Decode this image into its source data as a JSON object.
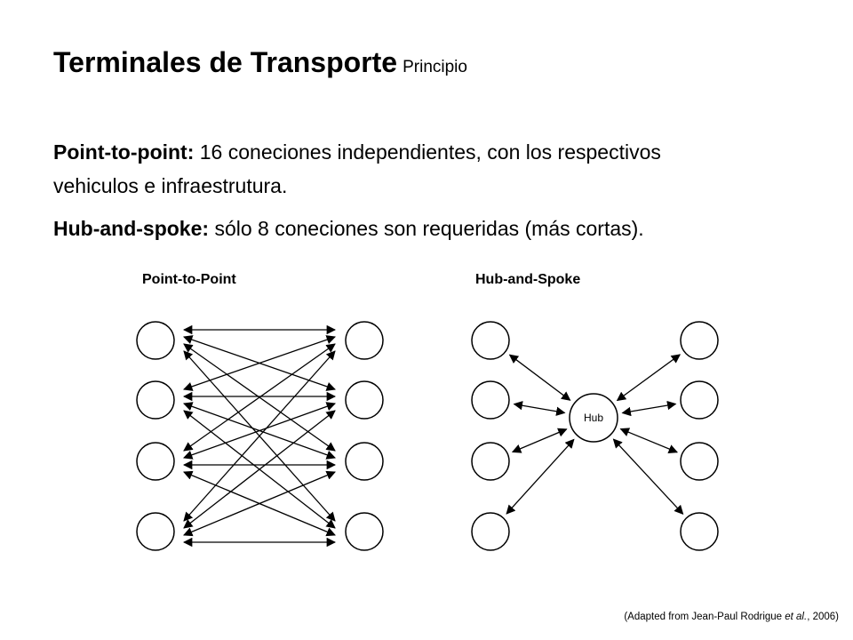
{
  "slide": {
    "title": "Terminales de Transporte",
    "title_suffix": "Principio",
    "point_to_point_term": "Point-to-point:",
    "point_to_point_line1": " 16 coneciones independientes, con los respectivos",
    "point_to_point_line2": "vehiculos e infraestrutura.",
    "hub_and_spoke_term": "Hub-and-spoke:",
    "hub_and_spoke_text": " sólo 8 coneciones son requeridas (más cortas)."
  },
  "diagram": {
    "point_to_point_label": "Point-to-Point",
    "hub_and_spoke_label": "Hub-and-Spoke",
    "hub_label": "Hub",
    "left_nodes_per_side": 4,
    "connections_point_to_point": 16,
    "connections_hub_and_spoke": 8
  },
  "citation": {
    "prefix": "(Adapted from Jean-Paul Rodrigue ",
    "etal": "et al.",
    "suffix": ", 2006)"
  }
}
